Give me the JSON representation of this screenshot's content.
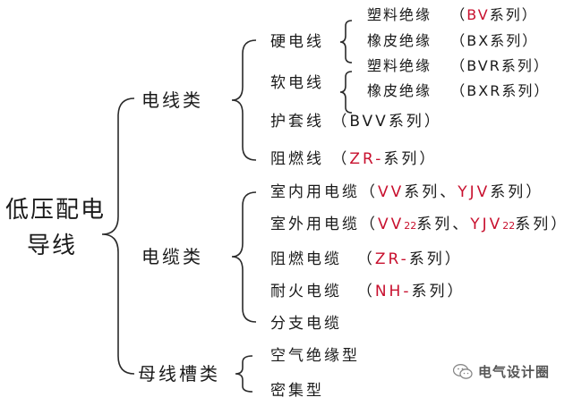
{
  "root": {
    "line1": "低压配电",
    "line2": "导线"
  },
  "categories": {
    "wire": "电线类",
    "cable": "电缆类",
    "busway": "母线槽类"
  },
  "wire": {
    "hard": {
      "label": "硬电线",
      "items": [
        {
          "name": "塑料绝缘",
          "open": "（",
          "code": "BV",
          "series": "系列",
          "close": "）"
        },
        {
          "name": "橡皮绝缘",
          "open": "（",
          "code": "BX",
          "series": "系列",
          "close": "）"
        }
      ]
    },
    "soft": {
      "label": "软电线",
      "items": [
        {
          "name": "塑料绝缘",
          "open": "（",
          "code": "BVR",
          "series": "系列",
          "close": "）"
        },
        {
          "name": "橡皮绝缘",
          "open": "（",
          "code": "BXR",
          "series": "系列",
          "close": "）"
        }
      ]
    },
    "sheath": {
      "label": "护套线",
      "open": "（",
      "code": "BVV",
      "series": "系列",
      "close": "）"
    },
    "flame": {
      "label": "阻燃线",
      "open": "（",
      "code": "ZR",
      "dash": "-",
      "series": "系列",
      "close": "）"
    }
  },
  "cable": {
    "indoor": {
      "label": "室内用电缆",
      "open": "（",
      "code1": "VV",
      "series1": "系列、",
      "code2": "YJV",
      "series2": "系列",
      "close": "）"
    },
    "outdoor": {
      "label": "室外用电缆",
      "open": "（",
      "code1": "VV",
      "sub1": "22",
      "series1": "系列、",
      "code2": "YJV",
      "sub2": "22",
      "series2": "系列",
      "close": "）"
    },
    "flame": {
      "label": "阻燃电缆",
      "open": "（",
      "code": "ZR",
      "dash": "-",
      "series": "系列",
      "close": "）"
    },
    "fire": {
      "label": "耐火电缆",
      "open": "（",
      "code": "NH",
      "dash": "-",
      "series": "系列",
      "close": "）"
    },
    "branch": {
      "label": "分支电缆"
    }
  },
  "busway": {
    "items": [
      "空气绝缘型",
      "密集型"
    ]
  },
  "watermark": {
    "text": "电气设计圈",
    "icon": "wechat-icon"
  },
  "colors": {
    "accent": "#c8102e",
    "text": "#1a1a1a"
  }
}
